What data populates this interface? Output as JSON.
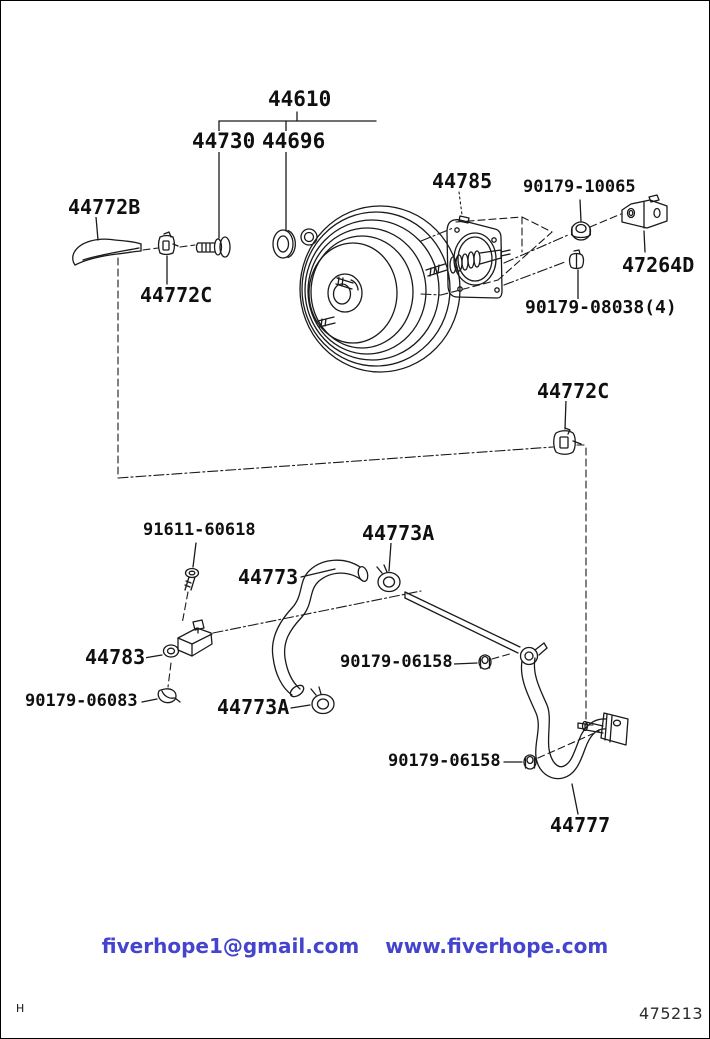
{
  "page": {
    "code": "475213",
    "corner_mark": "H",
    "background": "#ffffff",
    "line_color": "#1a1a1a"
  },
  "footer": {
    "email": "fiverhope1@gmail.com",
    "website": "www.fiverhope.com",
    "accent_color": "#4444cd"
  },
  "diagram": {
    "description": "Brake booster and vacuum tube parts diagram",
    "labels": {
      "l44610": {
        "text": "44610",
        "part": "brake booster assembly"
      },
      "l44730": {
        "text": "44730",
        "part": "booster bolt"
      },
      "l44696": {
        "text": "44696",
        "part": "booster ring"
      },
      "l44772B": {
        "text": "44772B",
        "part": "vacuum hose"
      },
      "l44772C_1": {
        "text": "44772C",
        "part": "hose clip"
      },
      "l44785": {
        "text": "44785",
        "part": "booster gasket plate"
      },
      "l90179_10065": {
        "text": "90179-10065",
        "part": "nut"
      },
      "l47264D": {
        "text": "47264D",
        "part": "bracket"
      },
      "l90179_08038": {
        "text": "90179-08038(4)",
        "part": "nut x4"
      },
      "l44772C_2": {
        "text": "44772C",
        "part": "hose clip"
      },
      "l91611_60618": {
        "text": "91611-60618",
        "part": "screw"
      },
      "l44773": {
        "text": "44773",
        "part": "vacuum hose"
      },
      "l44773A_1": {
        "text": "44773A",
        "part": "hose clamp"
      },
      "l44783": {
        "text": "44783",
        "part": "check valve"
      },
      "l90179_06083": {
        "text": "90179-06083",
        "part": "clip"
      },
      "l44773A_2": {
        "text": "44773A",
        "part": "hose clamp"
      },
      "l90179_06158_1": {
        "text": "90179-06158",
        "part": "nut"
      },
      "l90179_06158_2": {
        "text": "90179-06158",
        "part": "nut"
      },
      "l44777": {
        "text": "44777",
        "part": "vacuum tube"
      }
    }
  }
}
